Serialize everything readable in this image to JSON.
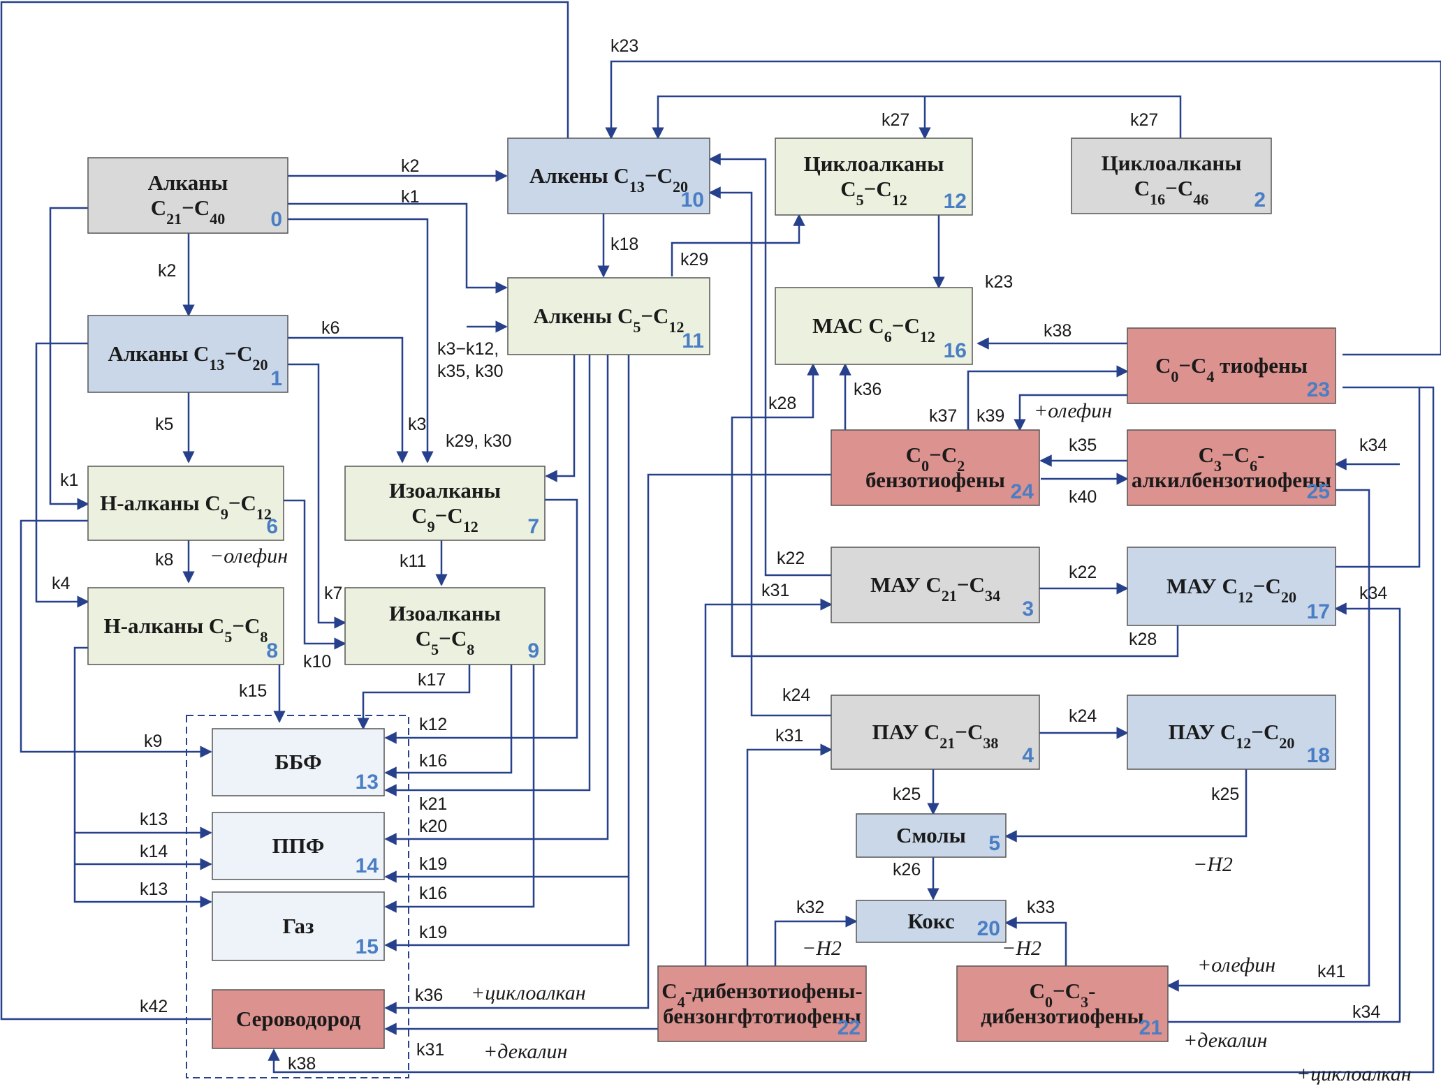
{
  "colors": {
    "line": "#27408b",
    "grey": "#d9d9d9",
    "blue": "#c9d7e8",
    "green": "#ebf1de",
    "red": "#dc928e",
    "pale": "#eef3f9",
    "num": "#4a7ec4"
  },
  "nodes": [
    {
      "id": "n0",
      "line1": "Алканы",
      "line2": "C21−C40",
      "num": "0"
    },
    {
      "id": "n1",
      "line1": "Алканы C13−C20",
      "line2": "",
      "num": "1"
    },
    {
      "id": "n2",
      "line1": "Циклоалканы",
      "line2": "C16−C46",
      "num": "2"
    },
    {
      "id": "n3",
      "line1": "МАУ C21−C34",
      "line2": "",
      "num": "3"
    },
    {
      "id": "n4",
      "line1": "ПАУ C21−C38",
      "line2": "",
      "num": "4"
    },
    {
      "id": "n5",
      "line1": "Смолы",
      "line2": "",
      "num": "5"
    },
    {
      "id": "n6",
      "line1": "Н-алканы C9−C12",
      "line2": "",
      "num": "6"
    },
    {
      "id": "n7",
      "line1": "Изоалканы",
      "line2": "C9−C12",
      "num": "7"
    },
    {
      "id": "n8",
      "line1": "Н-алканы C5−C8",
      "line2": "",
      "num": "8"
    },
    {
      "id": "n9",
      "line1": "Изоалканы",
      "line2": "C5−C8",
      "num": "9"
    },
    {
      "id": "n10",
      "line1": "Алкены C13−C20",
      "line2": "",
      "num": "10"
    },
    {
      "id": "n11",
      "line1": "Алкены C5−C12",
      "line2": "",
      "num": "11"
    },
    {
      "id": "n12",
      "line1": "Циклоалканы",
      "line2": "C5−C12",
      "num": "12"
    },
    {
      "id": "n13",
      "line1": "ББФ",
      "line2": "",
      "num": "13"
    },
    {
      "id": "n14",
      "line1": "ППФ",
      "line2": "",
      "num": "14"
    },
    {
      "id": "n15",
      "line1": "Газ",
      "line2": "",
      "num": "15"
    },
    {
      "id": "n16",
      "line1": "МАС C6−C12",
      "line2": "",
      "num": "16"
    },
    {
      "id": "n17",
      "line1": "МАУ C12−C20",
      "line2": "",
      "num": "17"
    },
    {
      "id": "n18",
      "line1": "ПАУ C12−C20",
      "line2": "",
      "num": "18"
    },
    {
      "id": "n20",
      "line1": "Кокс",
      "line2": "",
      "num": "20"
    },
    {
      "id": "n21",
      "line1": "C0−C3-",
      "line2": "дибензотиофены",
      "num": "21"
    },
    {
      "id": "n22",
      "line1": "C4-дибензотиофены-",
      "line2": "бензонгфтотиофены",
      "num": "22"
    },
    {
      "id": "n23",
      "line1": "C0−C4 тиофены",
      "line2": "",
      "num": "23"
    },
    {
      "id": "n24",
      "line1": "C0−C2",
      "line2": "бензотиофены",
      "num": "24"
    },
    {
      "id": "n25",
      "line1": "C3−C6-",
      "line2": "алкилбензотиофены",
      "num": "25"
    },
    {
      "id": "nS",
      "line1": "Сероводород",
      "line2": "",
      "num": ""
    }
  ],
  "labels": [
    "k2",
    "k1",
    "k2",
    "k6",
    "k5",
    "k1",
    "k3",
    "k8",
    "k4",
    "k7",
    "k10",
    "k11",
    "k15",
    "k17",
    "k9",
    "k13",
    "k14",
    "k13",
    "k12",
    "k16",
    "k21",
    "k20",
    "k19",
    "k16",
    "k19",
    "k36",
    "k31",
    "k42",
    "k38",
    "k18",
    "k29",
    "k3−k12,",
    "k35, k30",
    "k29, k30",
    "k23",
    "k27",
    "k27",
    "k23",
    "k38",
    "k36",
    "k28",
    "k37",
    "k39",
    "k35",
    "k40",
    "k34",
    "k22",
    "k22",
    "k31",
    "k34",
    "k28",
    "k24",
    "k24",
    "k31",
    "k25",
    "k25",
    "k26",
    "k32",
    "k33",
    "k41",
    "k34"
  ],
  "notes": [
    "−олефин",
    "+олефин",
    "+циклоалкан",
    "+декалин",
    "−H2",
    "−H2",
    "−H2",
    "+олефин",
    "+декалин",
    "+циклоалкан"
  ]
}
